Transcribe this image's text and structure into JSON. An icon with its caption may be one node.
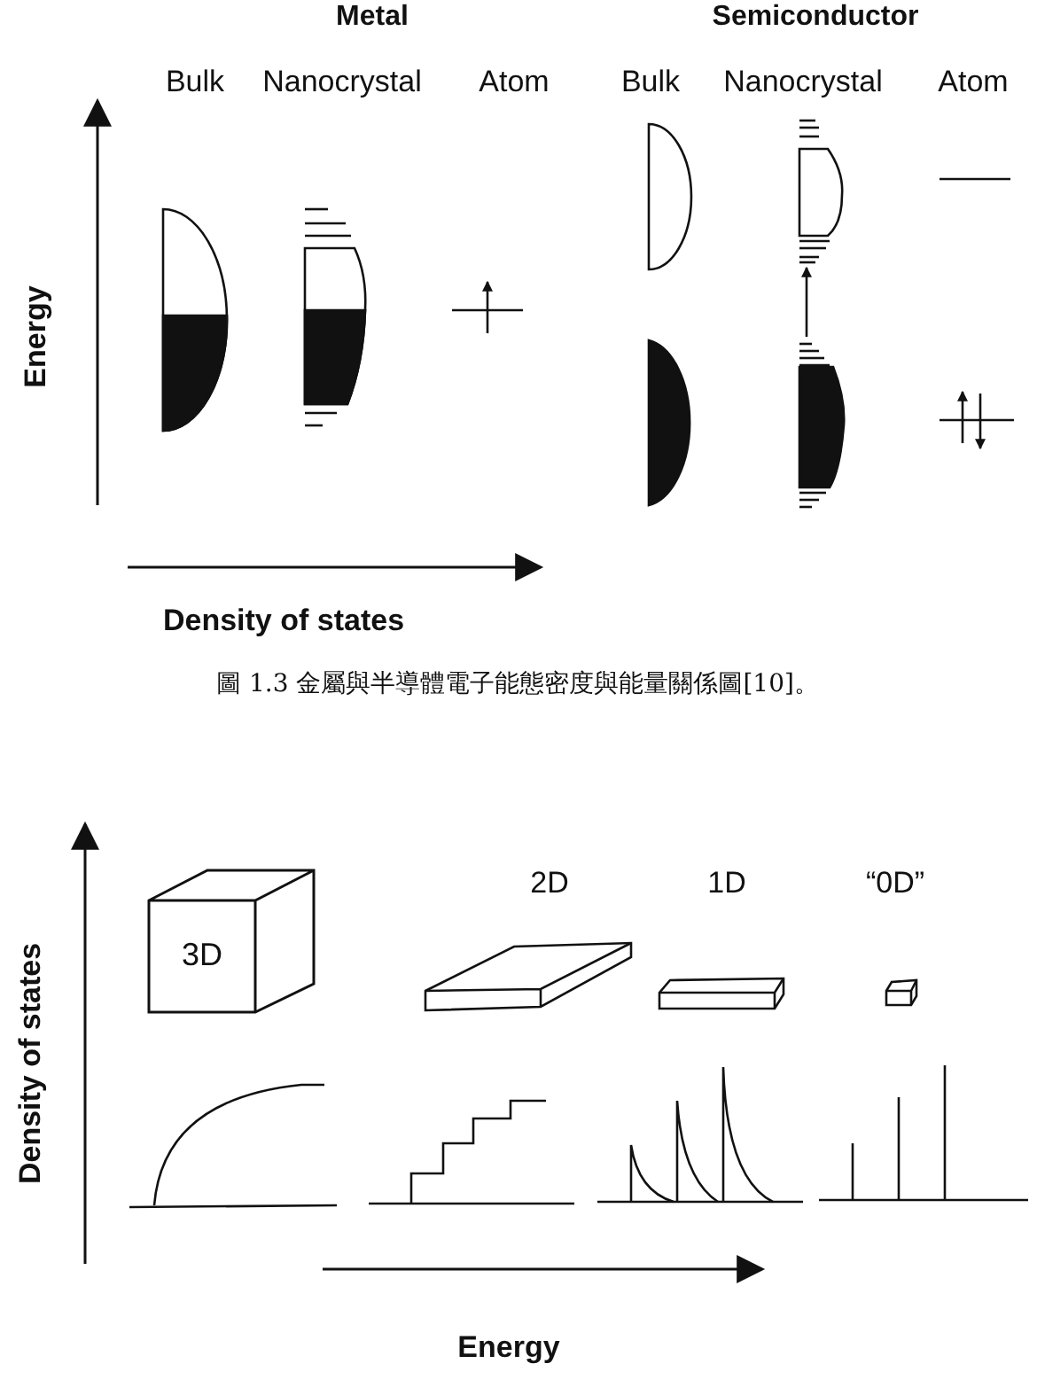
{
  "diagram": {
    "caption": "圖 1.3 金屬與半導體電子能態密度與能量關係圖[10]。",
    "nodes": [
      {
        "text": [
          "3D"
        ]
      }
    ],
    "labels": [
      "Metal",
      "Semiconductor",
      "Bulk",
      "Nanocrystal",
      "Atom",
      "Bulk",
      "Nanocrystal",
      "Atom",
      "Energy",
      "Density of states",
      "2D",
      "1D",
      "“0D”",
      "Density of states",
      "Energy"
    ]
  }
}
